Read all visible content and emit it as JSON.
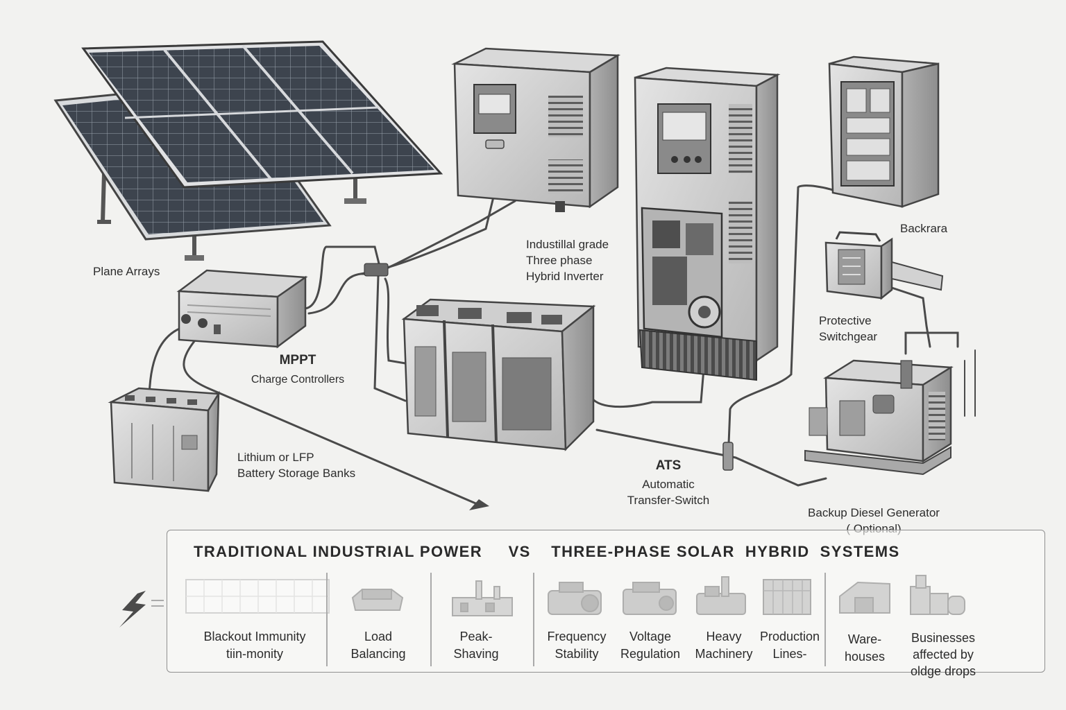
{
  "components": {
    "solar_arrays": {
      "label": "Plane Arrays"
    },
    "mppt": {
      "line1": "MPPT",
      "line2": "Charge Controllers"
    },
    "battery": {
      "line1": "Lithium or LFP",
      "line2": "Battery Storage Banks"
    },
    "inverter": {
      "line1": "Industillal grade",
      "line2": "Three phase",
      "line3": "Hybrid Inverter"
    },
    "ats": {
      "line1": "ATS",
      "line2": "Automatic",
      "line3": "Transfer-Switch"
    },
    "backup_panel": {
      "label": "Backrara"
    },
    "switchgear": {
      "line1": "Protective",
      "line2": "Switchgear"
    },
    "generator": {
      "line1": "Backup Diesel Generator",
      "line2": "( Optional)"
    }
  },
  "comparison": {
    "left_title": "TRADITIONAL INDUSTRIAL POWER",
    "vs": "VS",
    "right_title": "THREE-PHASE SOLAR  HYBRID  SYSTEMS",
    "features": [
      {
        "line1": "Blackout Immunity",
        "line2": "tiin-monity"
      },
      {
        "line1": "Load",
        "line2": "Balancing"
      },
      {
        "line1": "Peak-",
        "line2": "Shaving"
      },
      {
        "line1": "Frequency",
        "line2": "Stability"
      },
      {
        "line1": "Voltage",
        "line2": "Regulation"
      },
      {
        "line1": "Heavy",
        "line2": "Machinery"
      },
      {
        "line1": "Production",
        "line2": "Lines-"
      },
      {
        "line1": "Ware-",
        "line2": "houses"
      },
      {
        "line1": "Businesses",
        "line2": "affected by",
        "line3": "oldge drops"
      }
    ]
  },
  "colors": {
    "background": "#f2f2f0",
    "ink": "#2b2b2b",
    "panel_cell": "#3f4650",
    "metal": "#cfcfcf",
    "metal_dark": "#8a8a8a"
  }
}
